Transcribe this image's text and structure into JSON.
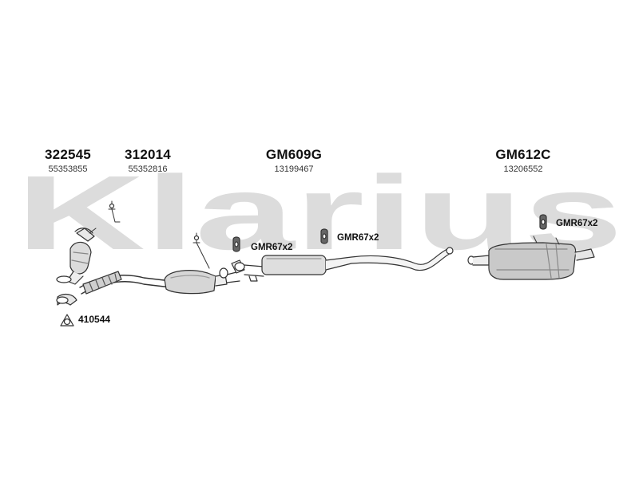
{
  "watermark": {
    "text": "Klarius",
    "color": "#d8d8d8"
  },
  "parts": [
    {
      "id": "322545",
      "oe": "55353855"
    },
    {
      "id": "312014",
      "oe": "55352816"
    },
    {
      "id": "GM609G",
      "oe": "13199467"
    },
    {
      "id": "GM612C",
      "oe": "13206552"
    }
  ],
  "mountings": [
    {
      "label": "GMR67x2"
    },
    {
      "label": "GMR67x2"
    },
    {
      "label": "GMR67x2"
    }
  ],
  "gasket": {
    "label": "410544"
  }
}
